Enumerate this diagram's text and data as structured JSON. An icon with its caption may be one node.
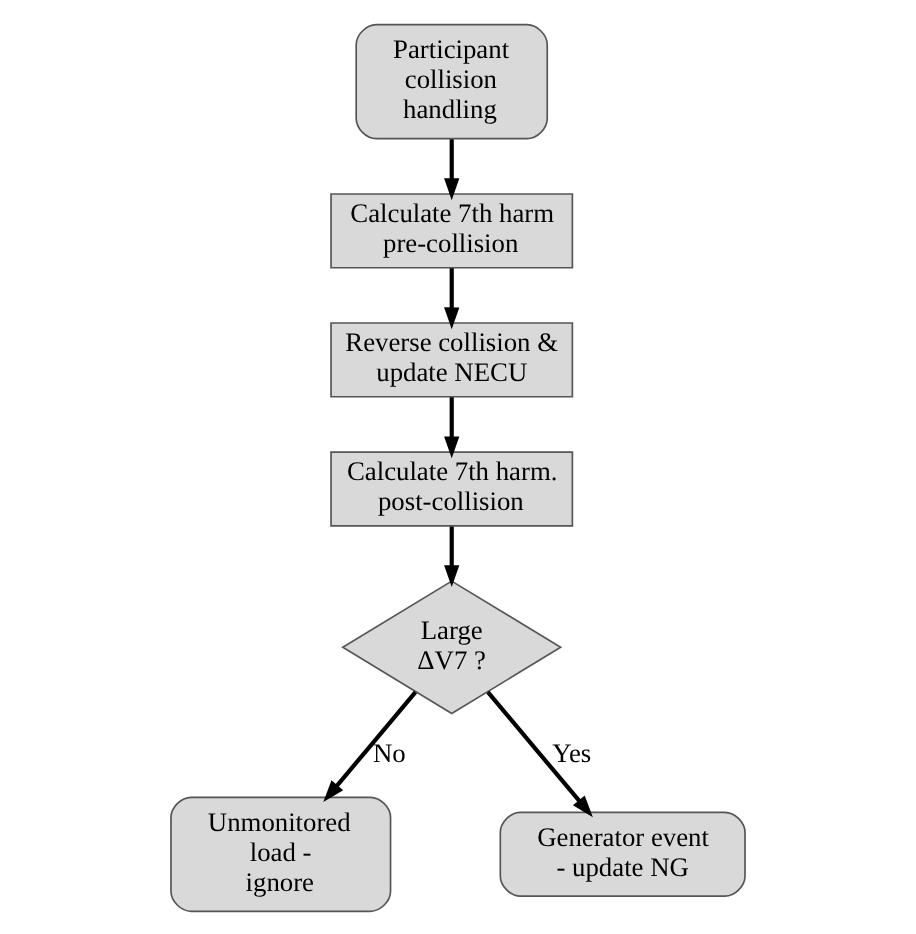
{
  "diagram": {
    "nodes": [
      {
        "text": [
          "Participant collision handling"
        ]
      },
      {
        "text": [
          "Calculate 7th harm pre-collision"
        ]
      },
      {
        "text": [
          "Reverse collision & update NECU"
        ]
      },
      {
        "text": [
          "Calculate 7th harm. post-collision"
        ]
      },
      {
        "text": [
          "Large ΔV7 ?"
        ]
      },
      {
        "text": [
          "Unmonitored load - ignore"
        ]
      },
      {
        "text": [
          "Generator event - update NG"
        ]
      }
    ],
    "edges": [
      {
        "from": 0,
        "to": 1,
        "arrow": "to"
      },
      {
        "from": 1,
        "to": 2,
        "arrow": "to"
      },
      {
        "from": 2,
        "to": 3,
        "arrow": "to"
      },
      {
        "from": 3,
        "to": 4,
        "arrow": "to"
      },
      {
        "from": 4,
        "to": 5,
        "label": "No",
        "arrow": "to"
      },
      {
        "from": 4,
        "to": 6,
        "label": "Yes",
        "arrow": "to"
      }
    ]
  }
}
